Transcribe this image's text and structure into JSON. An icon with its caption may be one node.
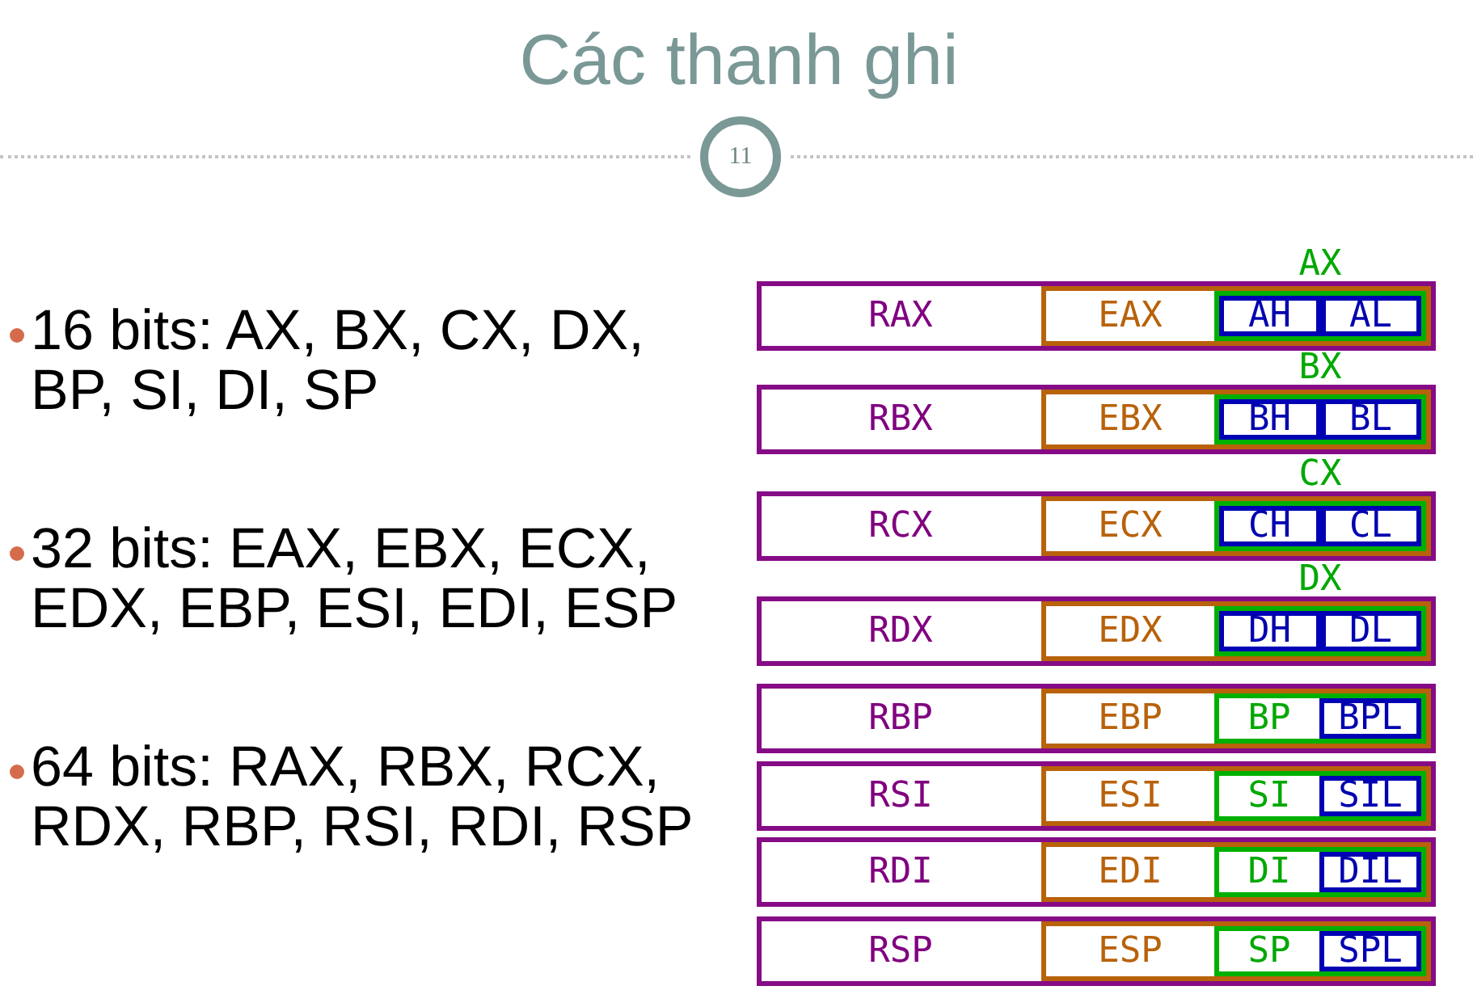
{
  "diagram": {
    "title": "Các thanh ghi",
    "nodes": [
      {
        "text": [
          "RAX"
        ]
      },
      {
        "text": [
          "EAX"
        ],
        "in": 0
      },
      {
        "text": [
          "AX"
        ],
        "in": 1
      },
      {
        "text": [
          "AH"
        ],
        "in": 2
      },
      {
        "text": [
          "AL"
        ],
        "in": 2
      },
      {
        "text": [
          "RBX"
        ]
      },
      {
        "text": [
          "EBX"
        ],
        "in": 5
      },
      {
        "text": [
          "BX"
        ],
        "in": 6
      },
      {
        "text": [
          "BH"
        ],
        "in": 7
      },
      {
        "text": [
          "BL"
        ],
        "in": 7
      },
      {
        "text": [
          "RCX"
        ]
      },
      {
        "text": [
          "ECX"
        ],
        "in": 10
      },
      {
        "text": [
          "CX"
        ],
        "in": 11
      },
      {
        "text": [
          "CH"
        ],
        "in": 12
      },
      {
        "text": [
          "CL"
        ],
        "in": 12
      },
      {
        "text": [
          "RDX"
        ]
      },
      {
        "text": [
          "EDX"
        ],
        "in": 15
      },
      {
        "text": [
          "DX"
        ],
        "in": 16
      },
      {
        "text": [
          "DH"
        ],
        "in": 17
      },
      {
        "text": [
          "DL"
        ],
        "in": 17
      },
      {
        "text": [
          "RBP"
        ]
      },
      {
        "text": [
          "EBP"
        ],
        "in": 20
      },
      {
        "text": [
          "BP"
        ],
        "in": 21
      },
      {
        "text": [
          "BPL"
        ],
        "in": 22
      },
      {
        "text": [
          "RSI"
        ]
      },
      {
        "text": [
          "ESI"
        ],
        "in": 24
      },
      {
        "text": [
          "SI"
        ],
        "in": 25
      },
      {
        "text": [
          "SIL"
        ],
        "in": 26
      },
      {
        "text": [
          "RDI"
        ]
      },
      {
        "text": [
          "EDI"
        ],
        "in": 28
      },
      {
        "text": [
          "DI"
        ],
        "in": 29
      },
      {
        "text": [
          "DIL"
        ],
        "in": 30
      },
      {
        "text": [
          "RSP"
        ]
      },
      {
        "text": [
          "ESP"
        ],
        "in": 32
      },
      {
        "text": [
          "SP"
        ],
        "in": 33
      },
      {
        "text": [
          "SPL"
        ],
        "in": 34
      }
    ],
    "labels": [
      "11",
      "16 bits: AX, BX, CX, DX, BP, SI, DI, SP",
      "32 bits: EAX, EBX, ECX, EDX, EBP, ESI, EDI, ESP",
      "64 bits: RAX, RBX, RCX, RDX, RBP, RSI, RDI, RSP"
    ]
  }
}
